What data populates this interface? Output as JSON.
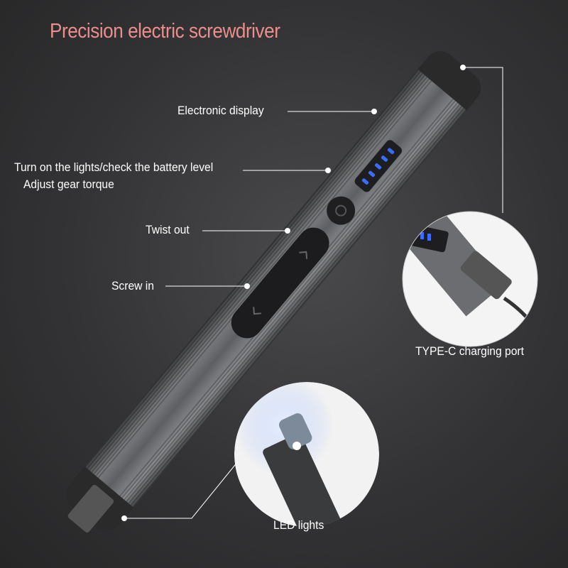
{
  "title": "Precision electric screwdriver",
  "labels": {
    "display": "Electronic display",
    "lights": "Turn on the lights/check the battery level",
    "torque": "Adjust gear torque",
    "twist_out": "Twist out",
    "screw_in": "Screw in",
    "charging": "TYPE-C charging port",
    "led": "LED lights"
  },
  "colors": {
    "title": "#eb8e8c",
    "led": "#3a6cff",
    "body": "#6b6d70"
  }
}
